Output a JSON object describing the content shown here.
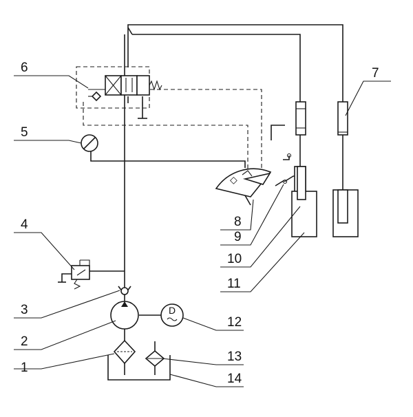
{
  "labels": {
    "l1": "1",
    "l2": "2",
    "l3": "3",
    "l4": "4",
    "l5": "5",
    "l6": "6",
    "l7": "7",
    "l8": "8",
    "l9": "9",
    "l10": "10",
    "l11": "11",
    "l12": "12",
    "l13": "13",
    "l14": "14"
  },
  "motor_symbol": "D"
}
